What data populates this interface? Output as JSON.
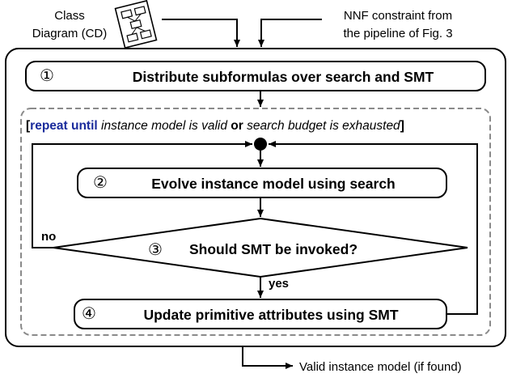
{
  "inputs": {
    "class_diagram_line1": "Class",
    "class_diagram_line2": "Diagram (CD)",
    "nnf_line1": "NNF constraint from",
    "nnf_line2": "the pipeline of Fig. 3"
  },
  "steps": {
    "step1_num": "①",
    "step1_label": "Distribute subformulas over search and SMT",
    "step2_num": "②",
    "step2_label": "Evolve instance model using search",
    "step3_num": "③",
    "step3_label": "Should SMT be invoked?",
    "step4_num": "④",
    "step4_label": "Update primitive attributes using SMT"
  },
  "loop": {
    "open_bracket": "[",
    "repeat_until": "repeat until",
    "condition1": "instance model is valid",
    "or_word": "or",
    "condition2": "search budget is exhausted",
    "close_bracket": "]"
  },
  "edges": {
    "no_label": "no",
    "yes_label": "yes"
  },
  "output": {
    "label": "Valid instance model (if found)"
  },
  "colors": {
    "accent_blue": "#1a2b9c",
    "dashed_border": "#8a8a8a"
  }
}
